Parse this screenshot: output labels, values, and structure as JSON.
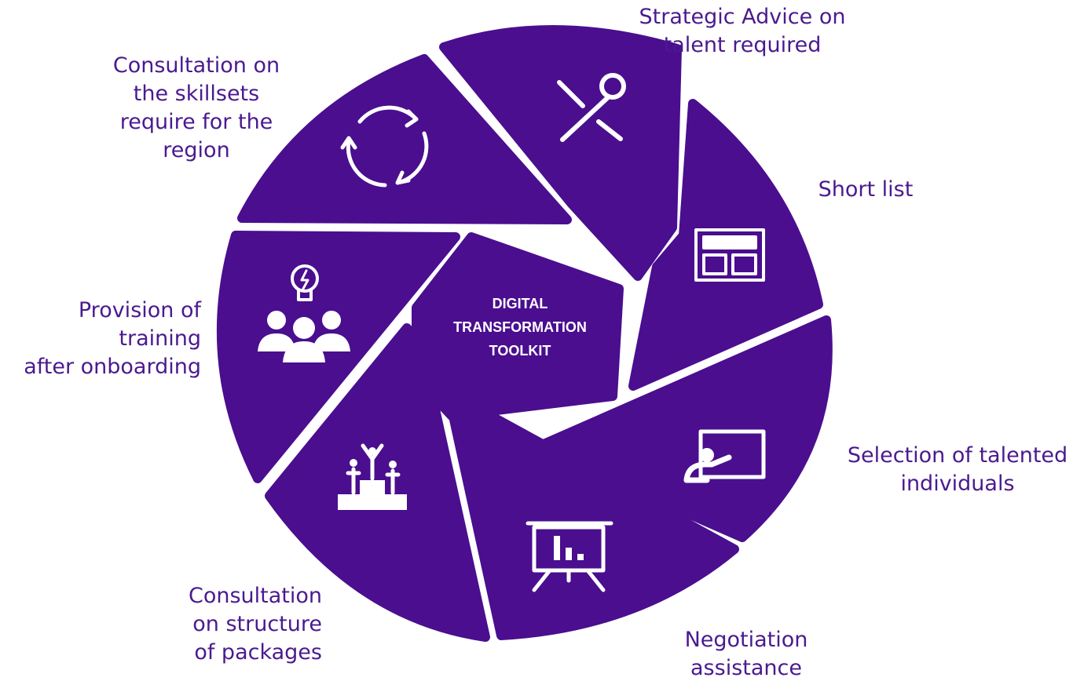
{
  "colors": {
    "segment_fill": "#4a0e8f",
    "label_text": "#4a1a8f",
    "icon_stroke": "#ffffff",
    "background": "#ffffff"
  },
  "center": {
    "lines": [
      "DIGITAL",
      "TRANSFORMATION",
      "TOOLKIT"
    ]
  },
  "segments": [
    {
      "id": "strategic-advice",
      "icon": "tools-icon",
      "label_lines": [
        "Strategic Advice on",
        "talent required"
      ]
    },
    {
      "id": "short-list",
      "icon": "layout-icon",
      "label_lines": [
        "Short list"
      ]
    },
    {
      "id": "selection",
      "icon": "presenter-board-icon",
      "label_lines": [
        "Selection of talented",
        "individuals"
      ]
    },
    {
      "id": "negotiation",
      "icon": "presentation-chart-icon",
      "label_lines": [
        "Negotiation",
        "assistance"
      ]
    },
    {
      "id": "structure-packages",
      "icon": "podium-icon",
      "label_lines": [
        "Consultation",
        "on structure",
        "of packages"
      ]
    },
    {
      "id": "training",
      "icon": "team-idea-icon",
      "label_lines": [
        "Provision of",
        "training",
        "after onboarding"
      ]
    },
    {
      "id": "skillsets",
      "icon": "cycle-arrows-icon",
      "label_lines": [
        "Consultation on",
        "the skillsets",
        "require for the",
        "region"
      ]
    }
  ]
}
